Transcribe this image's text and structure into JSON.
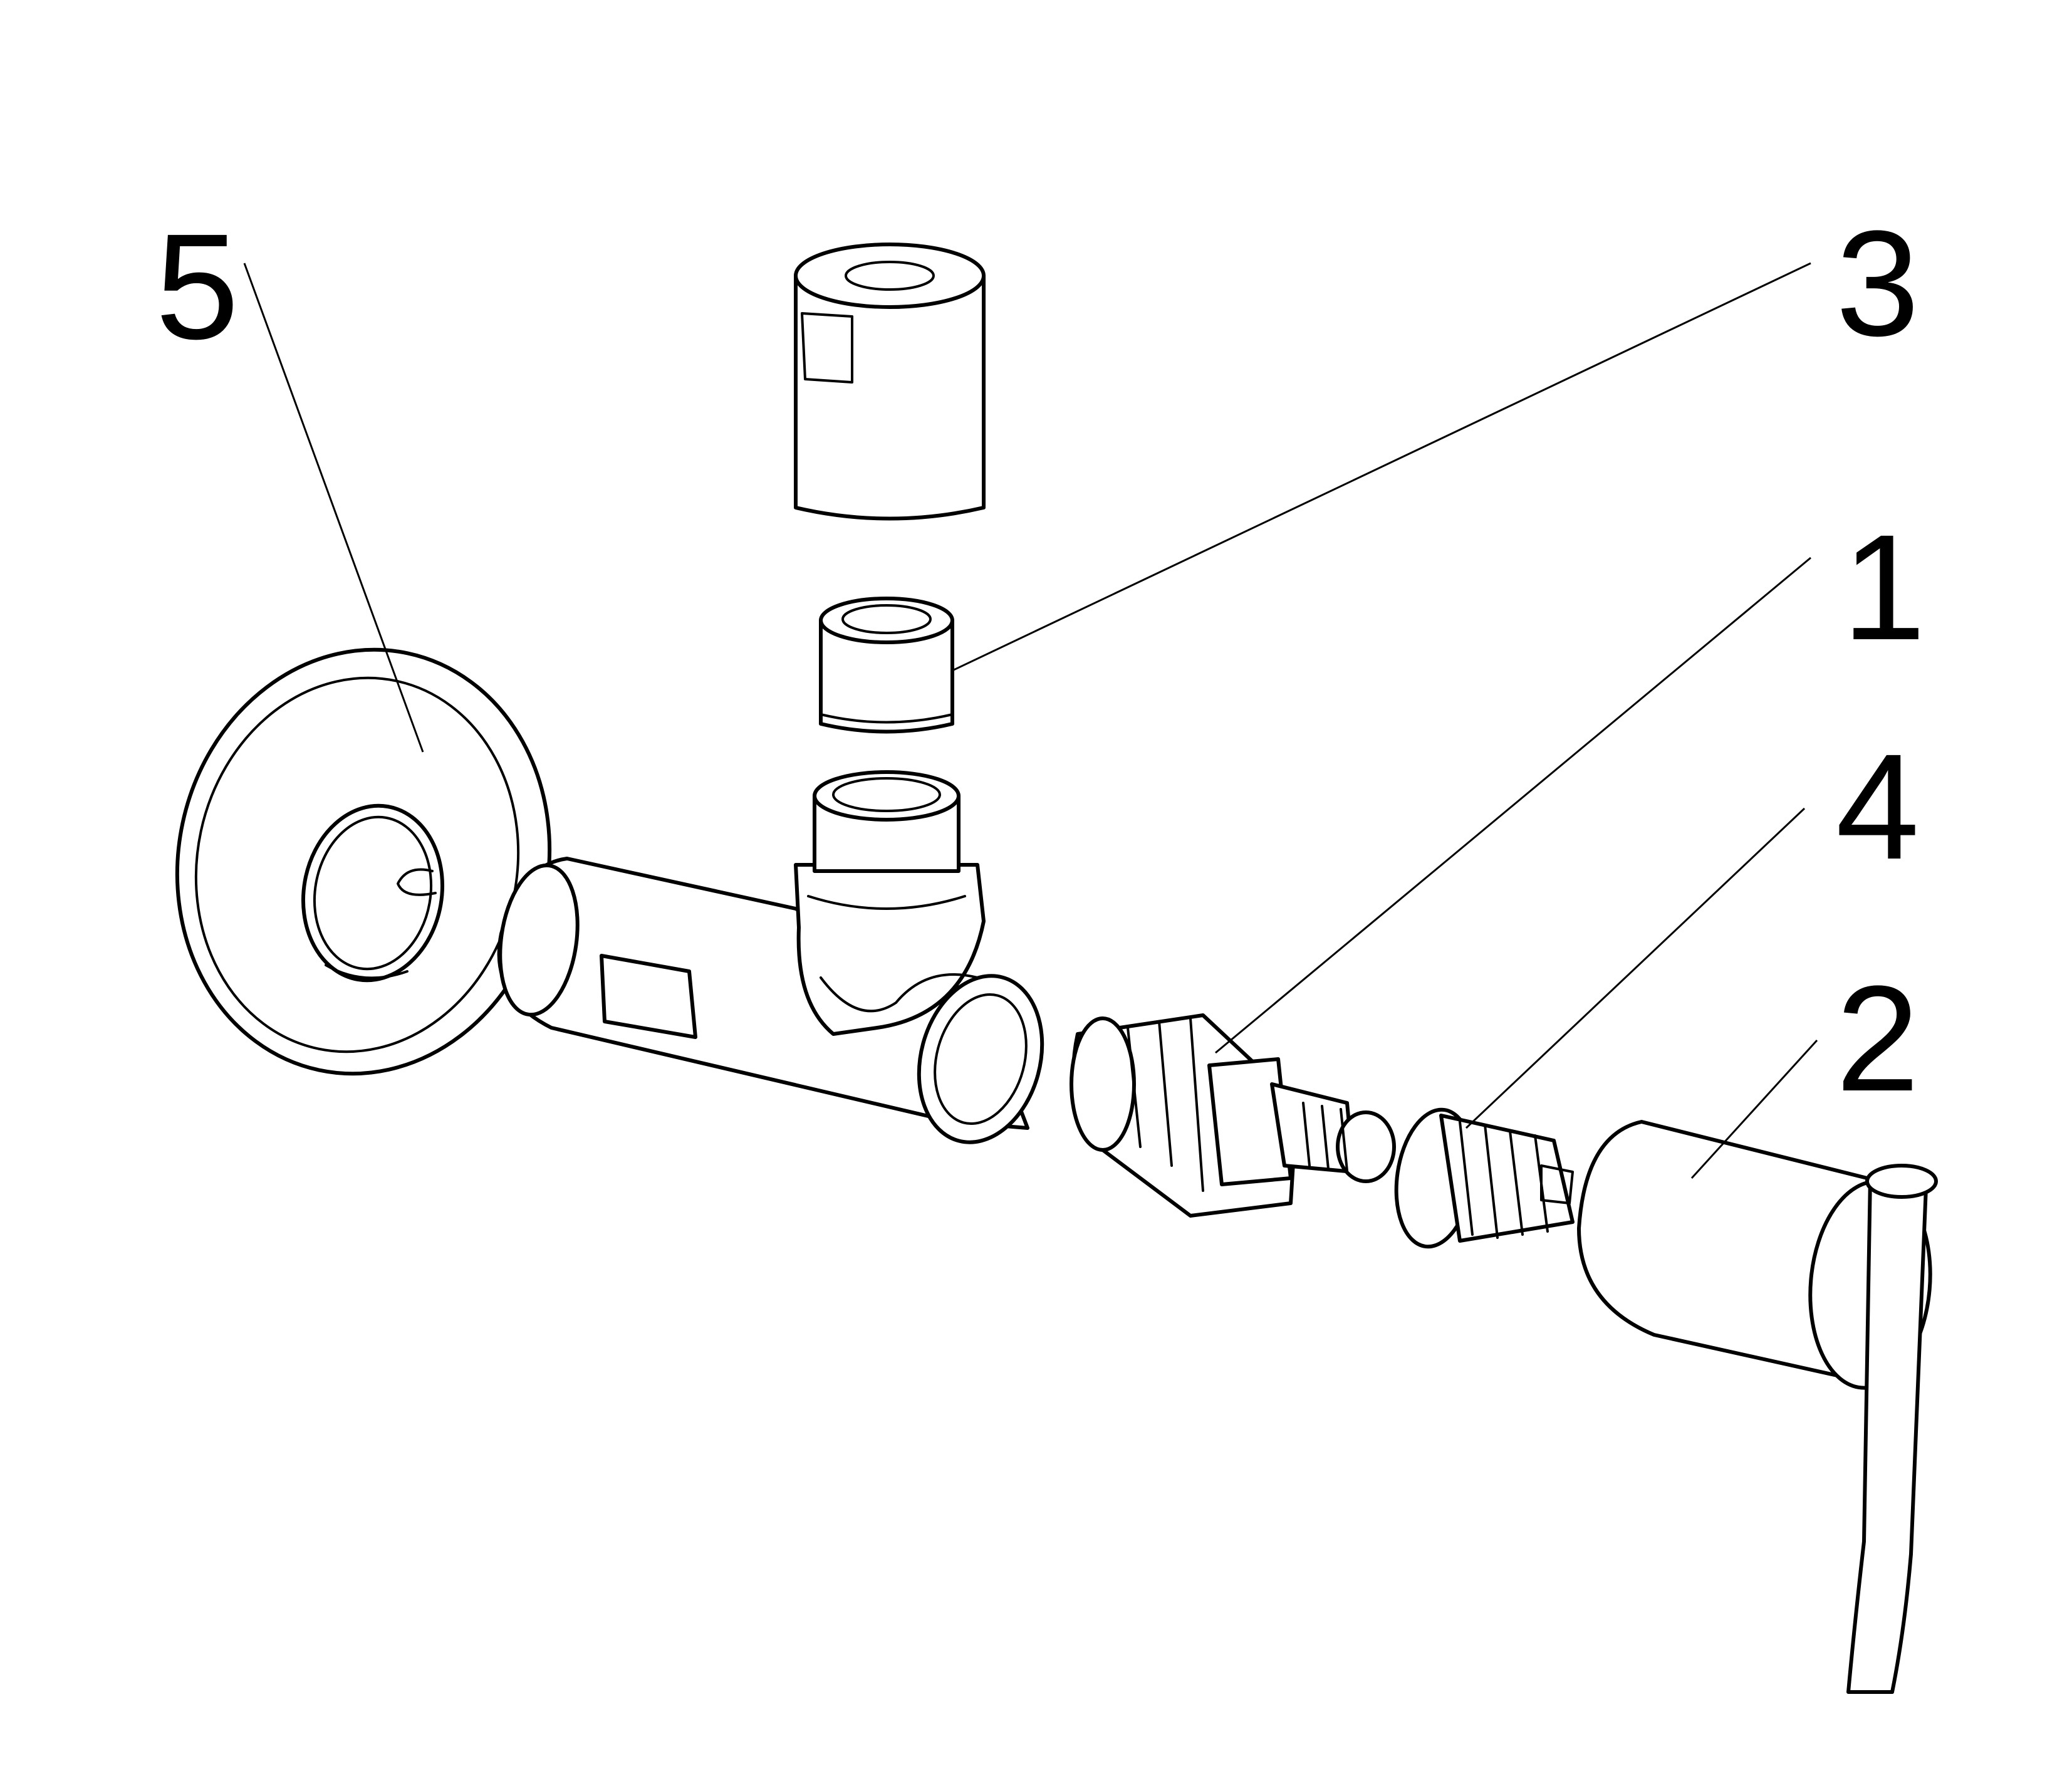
{
  "callouts": [
    {
      "id": "5",
      "label": "5"
    },
    {
      "id": "3",
      "label": "3"
    },
    {
      "id": "1",
      "label": "1"
    },
    {
      "id": "4",
      "label": "4"
    },
    {
      "id": "2",
      "label": "2"
    }
  ],
  "colors": {
    "line": "#000000",
    "background": "#ffffff"
  }
}
